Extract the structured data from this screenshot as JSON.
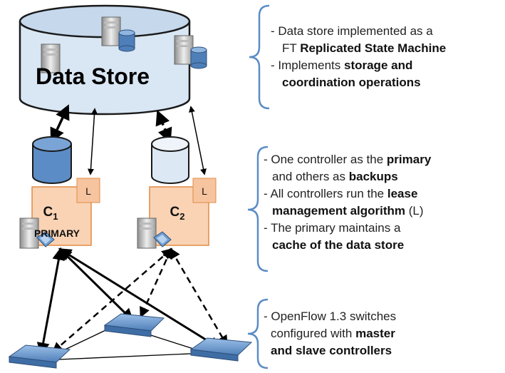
{
  "data_store": {
    "label": "Data Store"
  },
  "controllers": [
    {
      "name": "C",
      "subscript": "1",
      "lease_badge": "L",
      "role_label": "PRIMARY"
    },
    {
      "name": "C",
      "subscript": "2",
      "lease_badge": "L",
      "role_label": ""
    }
  ],
  "annotations": [
    {
      "id": "data-store-notes",
      "lines": [
        [
          {
            "t": "- Data store implemented as a",
            "b": false
          }
        ],
        [
          {
            "t": "FT ",
            "b": false
          },
          {
            "t": "Replicated State Machine",
            "b": true
          }
        ],
        [
          {
            "t": "- Implements ",
            "b": false
          },
          {
            "t": "storage and",
            "b": true
          }
        ],
        [
          {
            "t": "coordination operations",
            "b": true
          }
        ]
      ]
    },
    {
      "id": "controller-notes",
      "lines": [
        [
          {
            "t": "- One controller as the ",
            "b": false
          },
          {
            "t": "primary",
            "b": true
          }
        ],
        [
          {
            "t": "and others as ",
            "b": false
          },
          {
            "t": "backups",
            "b": true
          }
        ],
        [
          {
            "t": "-  All controllers run the ",
            "b": false
          },
          {
            "t": "lease",
            "b": true
          }
        ],
        [
          {
            "t": "management algorithm",
            "b": true
          },
          {
            "t": " (L)",
            "b": false
          }
        ],
        [
          {
            "t": "-  The primary maintains a",
            "b": false
          }
        ],
        [
          {
            "t": "cache of the data store",
            "b": true
          }
        ]
      ]
    },
    {
      "id": "switch-notes",
      "lines": [
        [
          {
            "t": "- OpenFlow 1.3 switches",
            "b": false
          }
        ],
        [
          {
            "t": "configured with ",
            "b": false
          },
          {
            "t": "master",
            "b": true
          }
        ],
        [
          {
            "t": "and slave controllers",
            "b": true
          }
        ]
      ]
    }
  ],
  "colors": {
    "data_store_fill": "#d9e6f3",
    "cache_fill_primary": "#5b8cc5",
    "cache_fill_backup": "#dce9f5",
    "controller_fill": "#f9d3b4",
    "controller_border": "#e08b45",
    "brace": "#5b8cc5",
    "switch": "#6f9fd4"
  }
}
